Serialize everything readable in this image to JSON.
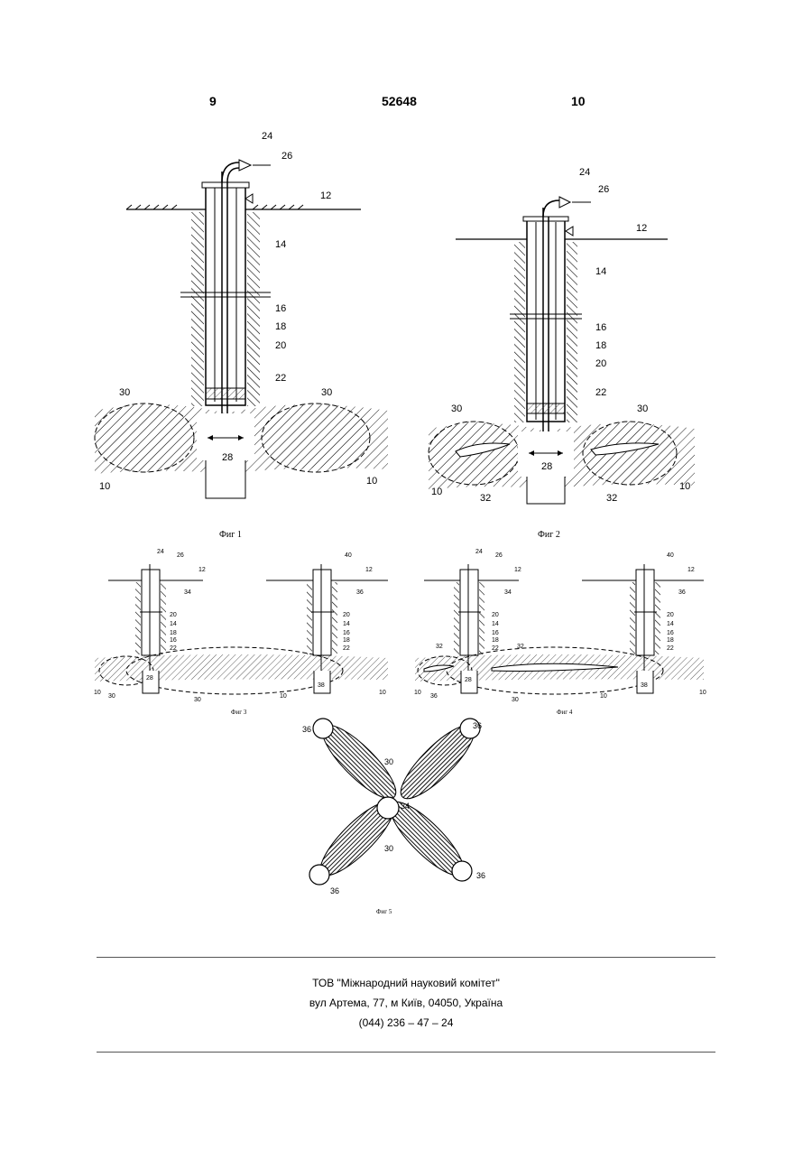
{
  "header": {
    "left_column": "9",
    "doc_number": "52648",
    "right_column": "10"
  },
  "figures": {
    "fig1": {
      "caption": "Фиг 1",
      "labels": [
        "24",
        "26",
        "12",
        "14",
        "16",
        "18",
        "20",
        "22",
        "30",
        "30",
        "28",
        "10",
        "10"
      ]
    },
    "fig2": {
      "caption": "Фиг 2",
      "labels": [
        "24",
        "26",
        "12",
        "14",
        "16",
        "18",
        "20",
        "22",
        "30",
        "30",
        "28",
        "10",
        "10",
        "32",
        "32"
      ]
    },
    "fig3": {
      "caption": "Фиг 3",
      "labels": [
        "24",
        "26",
        "12",
        "34",
        "20",
        "14",
        "18",
        "16",
        "22",
        "40",
        "12",
        "36",
        "20",
        "14",
        "16",
        "18",
        "22",
        "28",
        "38",
        "10",
        "30",
        "30",
        "10",
        "10"
      ]
    },
    "fig4": {
      "caption": "Фиг 4",
      "labels": [
        "24",
        "26",
        "12",
        "34",
        "20",
        "14",
        "16",
        "18",
        "22",
        "32",
        "32",
        "40",
        "12",
        "36",
        "20",
        "14",
        "16",
        "18",
        "22",
        "28",
        "38",
        "10",
        "36",
        "30",
        "10",
        "10"
      ]
    },
    "fig5": {
      "caption": "Фиг 5",
      "labels": [
        "36",
        "36",
        "30",
        "34",
        "30",
        "36",
        "36"
      ]
    }
  },
  "footer": {
    "company": "ТОВ \"Міжнародний науковий комітет\"",
    "address": "вул Артема, 77, м Київ, 04050, Україна",
    "phone": "(044) 236 – 47 – 24"
  }
}
